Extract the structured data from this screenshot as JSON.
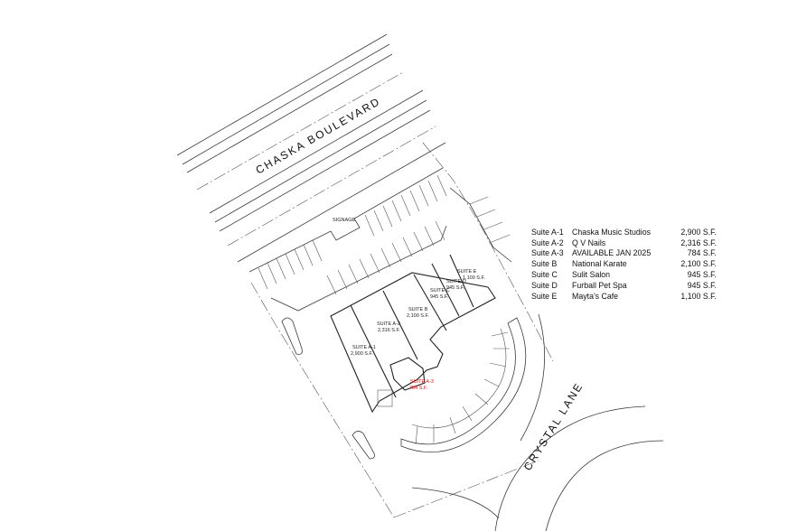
{
  "roads": {
    "boulevard": "CHASKA BOULEVARD",
    "lane": "CRYSTAL LANE"
  },
  "site_labels": {
    "signage": "SIGNAGE"
  },
  "suites": [
    {
      "label": "SUITE A-1",
      "size": "2,900 S.F."
    },
    {
      "label": "SUITE A-2",
      "size": "2,316 S.F."
    },
    {
      "label": "SUITE A-3",
      "size": "784 S.F."
    },
    {
      "label": "SUITE B",
      "size": "2,100 S.F."
    },
    {
      "label": "SUITE C",
      "size": "945 S.F."
    },
    {
      "label": "SUITE D",
      "size": "945 S.F."
    },
    {
      "label": "SUITE E",
      "size": "1,100 S.F."
    }
  ],
  "tenants": [
    {
      "suite": "Suite A-1",
      "name": "Chaska Music Studios",
      "size": "2,900 S.F."
    },
    {
      "suite": "Suite A-2",
      "name": "Q V Nails",
      "size": "2,316 S.F."
    },
    {
      "suite": "Suite A-3",
      "name": "AVAILABLE JAN 2025",
      "size": "784 S.F."
    },
    {
      "suite": "Suite B",
      "name": "National Karate",
      "size": "2,100 S.F."
    },
    {
      "suite": "Suite C",
      "name": "Sulit Salon",
      "size": "945 S.F."
    },
    {
      "suite": "Suite D",
      "name": "Furball Pet Spa",
      "size": "945 S.F."
    },
    {
      "suite": "Suite E",
      "name": "Mayta's Cafe",
      "size": "1,100 S.F."
    }
  ],
  "colors": {
    "available_highlight": "#dd1111"
  }
}
